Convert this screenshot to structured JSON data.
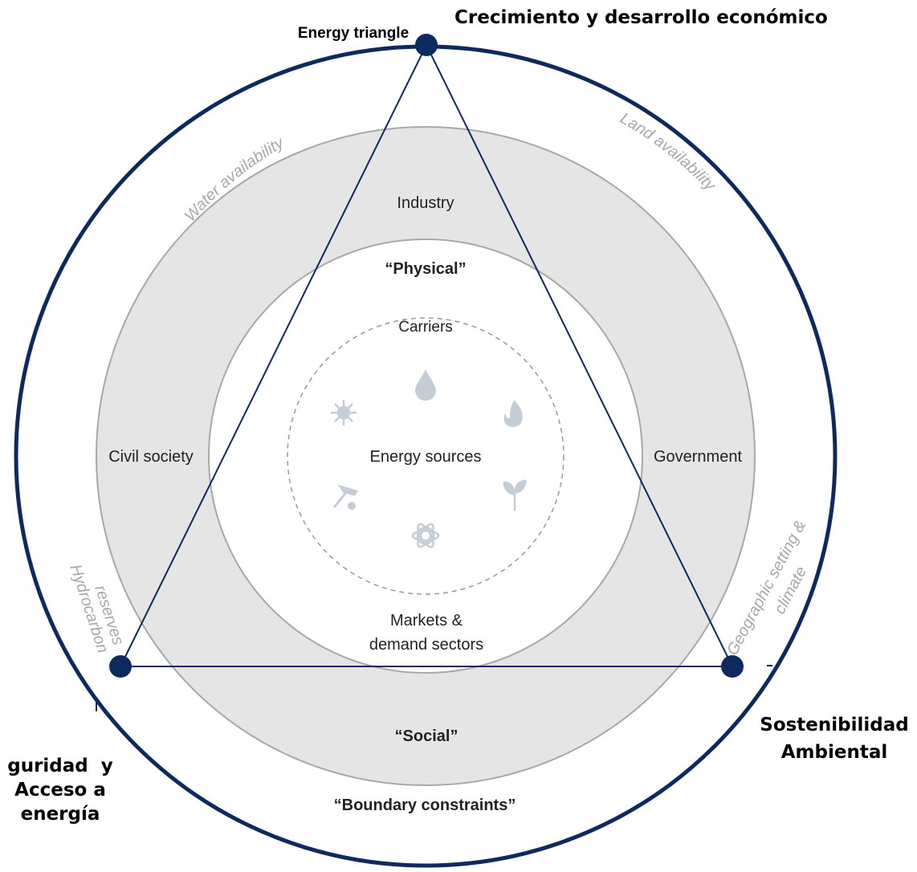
{
  "title": "Crecimiento y desarrollo  económico",
  "triangle_label": "Energy triangle",
  "vertices": {
    "left": "guridad  y\nAcceso a\nenergía",
    "right": "Sostenibilidad\nAmbiental"
  },
  "outer_ring": {
    "labels": [
      "Water availability",
      "Land availability",
      "Hydrocarbon",
      "reserves",
      "Geographic setting &",
      "climate"
    ],
    "bottom_label": "“Boundary constraints”"
  },
  "middle_ring": {
    "top": "Industry",
    "left": "Civil society",
    "right": "Government",
    "bottom": "“Social”"
  },
  "inner_circle": {
    "top": "“Physical”",
    "carriers": "Carriers",
    "center": "Energy sources",
    "markets_line1": "Markets &",
    "markets_line2": "demand sectors"
  },
  "icons": [
    "drop-icon",
    "flame-icon",
    "sun-icon",
    "leaf-icon",
    "pickaxe-icon",
    "uranium-icon"
  ],
  "colors": {
    "navy": "#0d2a5e",
    "ring_fill": "#e5e5e5",
    "ring_stroke": "#a8a8a8",
    "grey_text": "#a8a8a8",
    "icon": "#c4ccd6"
  }
}
